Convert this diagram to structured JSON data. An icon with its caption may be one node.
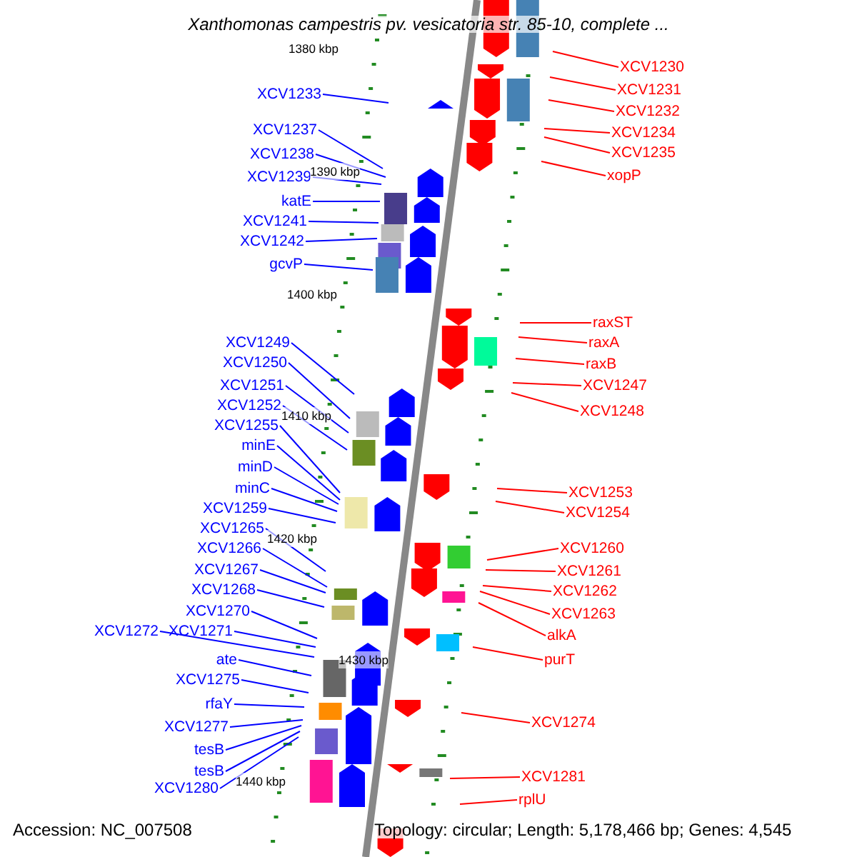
{
  "diagram": {
    "title": "Xanthomonas campestris pv. vesicatoria str. 85-10, complete ...",
    "nodes": [
      {
        "text": [
          "XCV1230"
        ]
      },
      {
        "text": [
          "XCV1231"
        ]
      },
      {
        "text": [
          "XCV1232"
        ]
      },
      {
        "text": [
          "XCV1233"
        ]
      },
      {
        "text": [
          "XCV1234"
        ]
      },
      {
        "text": [
          "XCV1237"
        ]
      },
      {
        "text": [
          "XCV1235"
        ]
      },
      {
        "text": [
          "XCV1238"
        ]
      },
      {
        "text": [
          "xopP"
        ]
      },
      {
        "text": [
          "XCV1239"
        ]
      },
      {
        "text": [
          "katE"
        ]
      },
      {
        "text": [
          "XCV1241"
        ]
      },
      {
        "text": [
          "XCV1242"
        ]
      },
      {
        "text": [
          "gcvP"
        ]
      },
      {
        "text": [
          "raxST"
        ]
      },
      {
        "text": [
          "raxA"
        ]
      },
      {
        "text": [
          "XCV1249"
        ]
      },
      {
        "text": [
          "raxB"
        ]
      },
      {
        "text": [
          "XCV1250"
        ]
      },
      {
        "text": [
          "XCV1247"
        ]
      },
      {
        "text": [
          "XCV1251"
        ]
      },
      {
        "text": [
          "XCV1252"
        ]
      },
      {
        "text": [
          "XCV1248"
        ]
      },
      {
        "text": [
          "XCV1255"
        ]
      },
      {
        "text": [
          "minE"
        ]
      },
      {
        "text": [
          "minD"
        ]
      },
      {
        "text": [
          "XCV1253"
        ]
      },
      {
        "text": [
          "minC"
        ]
      },
      {
        "text": [
          "XCV1259"
        ]
      },
      {
        "text": [
          "XCV1254"
        ]
      },
      {
        "text": [
          "XCV1265"
        ]
      },
      {
        "text": [
          "XCV1260"
        ]
      },
      {
        "text": [
          "XCV1266"
        ]
      },
      {
        "text": [
          "XCV1267"
        ]
      },
      {
        "text": [
          "XCV1261"
        ]
      },
      {
        "text": [
          "XCV1268"
        ]
      },
      {
        "text": [
          "XCV1262"
        ]
      },
      {
        "text": [
          "XCV1270"
        ]
      },
      {
        "text": [
          "XCV1263"
        ]
      },
      {
        "text": [
          "XCV1272"
        ]
      },
      {
        "text": [
          "XCV1271"
        ]
      },
      {
        "text": [
          "alkA"
        ]
      },
      {
        "text": [
          "ate"
        ]
      },
      {
        "text": [
          "purT"
        ]
      },
      {
        "text": [
          "XCV1275"
        ]
      },
      {
        "text": [
          "rfaY"
        ]
      },
      {
        "text": [
          "XCV1274"
        ]
      },
      {
        "text": [
          "XCV1277"
        ]
      },
      {
        "text": [
          "tesB"
        ]
      },
      {
        "text": [
          "tesB"
        ]
      },
      {
        "text": [
          "XCV1281"
        ]
      },
      {
        "text": [
          "XCV1280"
        ]
      },
      {
        "text": [
          "rplU"
        ]
      }
    ],
    "edges": [
      {
        "from": 0,
        "to": null,
        "arrow": "none",
        "color": "#ff0000"
      },
      {
        "from": 1,
        "to": null,
        "arrow": "none",
        "color": "#ff0000"
      },
      {
        "from": 2,
        "to": null,
        "arrow": "none",
        "color": "#ff0000"
      },
      {
        "from": 3,
        "to": null,
        "arrow": "none"
      },
      {
        "from": 4,
        "to": null,
        "arrow": "none",
        "color": "#ff0000"
      },
      {
        "from": 5,
        "to": null,
        "arrow": "none"
      },
      {
        "from": 6,
        "to": null,
        "arrow": "none",
        "color": "#ff0000"
      },
      {
        "from": 7,
        "to": null,
        "arrow": "none"
      },
      {
        "from": 8,
        "to": null,
        "arrow": "none",
        "color": "#ff0000"
      },
      {
        "from": 9,
        "to": null,
        "arrow": "none"
      },
      {
        "from": 10,
        "to": null,
        "arrow": "none"
      },
      {
        "from": 11,
        "to": null,
        "arrow": "none"
      },
      {
        "from": 12,
        "to": null,
        "arrow": "none"
      },
      {
        "from": 13,
        "to": null,
        "arrow": "none"
      },
      {
        "from": 14,
        "to": null,
        "arrow": "none",
        "color": "#ff0000"
      },
      {
        "from": 15,
        "to": null,
        "arrow": "none",
        "color": "#ff0000"
      },
      {
        "from": 16,
        "to": null,
        "arrow": "none"
      },
      {
        "from": 17,
        "to": null,
        "arrow": "none",
        "color": "#ff0000"
      },
      {
        "from": 18,
        "to": null,
        "arrow": "none"
      },
      {
        "from": 19,
        "to": null,
        "arrow": "none",
        "color": "#ff0000"
      },
      {
        "from": 20,
        "to": null,
        "arrow": "none"
      },
      {
        "from": 21,
        "to": null,
        "arrow": "none"
      },
      {
        "from": 22,
        "to": null,
        "arrow": "none",
        "color": "#ff0000"
      },
      {
        "from": 23,
        "to": null,
        "arrow": "none"
      },
      {
        "from": 24,
        "to": null,
        "arrow": "none"
      },
      {
        "from": 25,
        "to": null,
        "arrow": "none"
      },
      {
        "from": 26,
        "to": null,
        "arrow": "none",
        "color": "#ff0000"
      },
      {
        "from": 27,
        "to": null,
        "arrow": "none"
      },
      {
        "from": 28,
        "to": null,
        "arrow": "none"
      },
      {
        "from": 29,
        "to": null,
        "arrow": "none",
        "color": "#ff0000"
      },
      {
        "from": 30,
        "to": null,
        "arrow": "none"
      },
      {
        "from": 31,
        "to": null,
        "arrow": "none",
        "color": "#ff0000"
      },
      {
        "from": 32,
        "to": null,
        "arrow": "none"
      },
      {
        "from": 33,
        "to": null,
        "arrow": "none"
      },
      {
        "from": 34,
        "to": null,
        "arrow": "none",
        "color": "#ff0000"
      },
      {
        "from": 35,
        "to": null,
        "arrow": "none"
      },
      {
        "from": 36,
        "to": null,
        "arrow": "none",
        "color": "#ff0000"
      },
      {
        "from": 37,
        "to": null,
        "arrow": "none"
      },
      {
        "from": 38,
        "to": null,
        "arrow": "none",
        "color": "#ff0000"
      },
      {
        "from": 39,
        "to": null,
        "arrow": "none"
      },
      {
        "from": 40,
        "to": null,
        "arrow": "none"
      },
      {
        "from": 41,
        "to": null,
        "arrow": "none",
        "color": "#ff0000"
      },
      {
        "from": 42,
        "to": null,
        "arrow": "none"
      },
      {
        "from": 43,
        "to": null,
        "arrow": "none",
        "color": "#ff0000"
      },
      {
        "from": 44,
        "to": null,
        "arrow": "none"
      },
      {
        "from": 45,
        "to": null,
        "arrow": "none"
      },
      {
        "from": 46,
        "to": null,
        "arrow": "none",
        "color": "#ff0000"
      },
      {
        "from": 47,
        "to": null,
        "arrow": "none"
      },
      {
        "from": 48,
        "to": null,
        "arrow": "none"
      },
      {
        "from": 49,
        "to": null,
        "arrow": "none"
      },
      {
        "from": 50,
        "to": null,
        "arrow": "none",
        "color": "#ff0000"
      },
      {
        "from": 51,
        "to": null,
        "arrow": "none"
      },
      {
        "from": 52,
        "to": null,
        "arrow": "none",
        "color": "#ff0000"
      }
    ],
    "labels": [
      "1380 kbp",
      "1390 kbp",
      "1400 kbp",
      "1410 kbp",
      "1420 kbp",
      "1430 kbp",
      "1440 kbp",
      "Accession: NC_007508",
      "Topology: circular; Length: 5,178,466 bp; Genes: 4,545"
    ]
  }
}
